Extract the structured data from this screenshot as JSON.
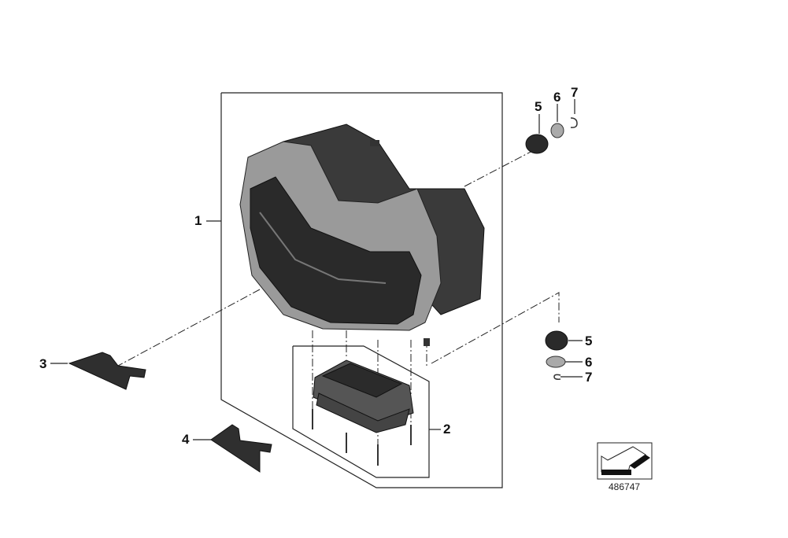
{
  "callouts": {
    "part1": "1",
    "part2": "2",
    "part3": "3",
    "part4": "4",
    "part5_top": "5",
    "part6_top": "6",
    "part7_top": "7",
    "part5_bottom": "5",
    "part6_bottom": "6",
    "part7_bottom": "7"
  },
  "diagram_number": "486747"
}
